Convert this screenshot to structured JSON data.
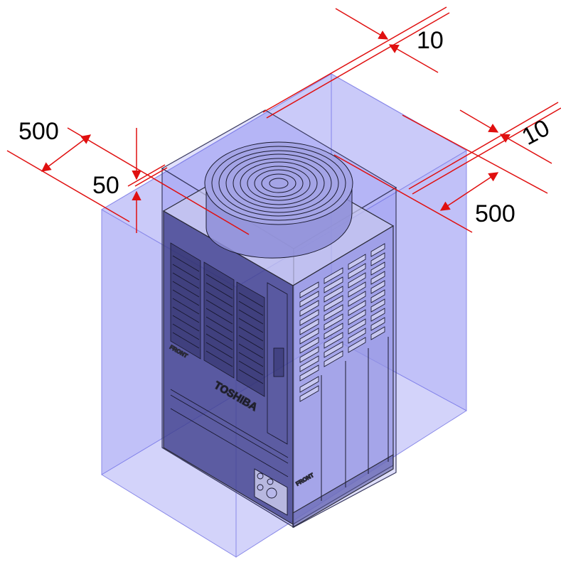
{
  "dimensions": {
    "top_rear_clearance": "10",
    "right_rear_clearance": "10",
    "left_side_clearance": "500",
    "top_height_clearance": "50",
    "right_side_clearance": "500"
  },
  "unit_labels": {
    "brand": "TOSHIBA",
    "front_left": "FRONT",
    "front_right": "FRONT"
  },
  "colors": {
    "dimension_line": "#e01010",
    "clearance_box_fill": "#6d6df0",
    "clearance_box_edge": "#8a8ae8",
    "unit_outline": "#2a2a38"
  }
}
